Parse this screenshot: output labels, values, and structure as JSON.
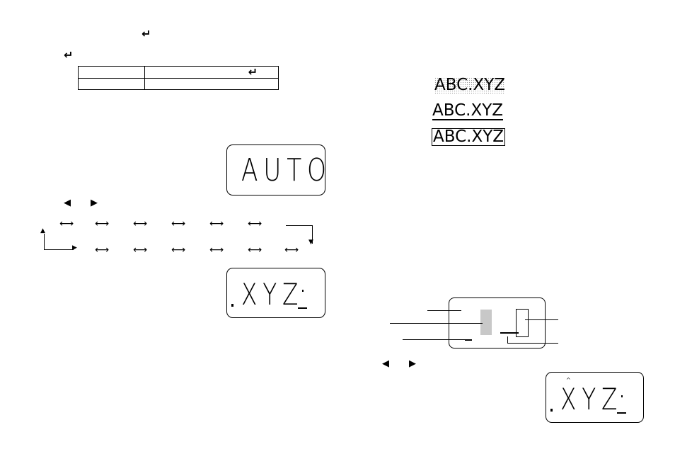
{
  "icons": {
    "enter": "enter-key-icon",
    "left": "left-triangle-icon",
    "right": "right-triangle-icon",
    "bidirectional": "left-right-arrow-icon"
  },
  "symbols": {
    "enter": "↵",
    "left": "◀",
    "right": "▶",
    "lr": "⟷"
  },
  "displays": {
    "auto": "AUTO",
    "xyz1": "XYZ",
    "xyz2": "XYZ"
  },
  "samples": {
    "shaded": "ABC.XYZ",
    "underlined": "ABC.XYZ",
    "framed": "ABC.XYZ"
  }
}
